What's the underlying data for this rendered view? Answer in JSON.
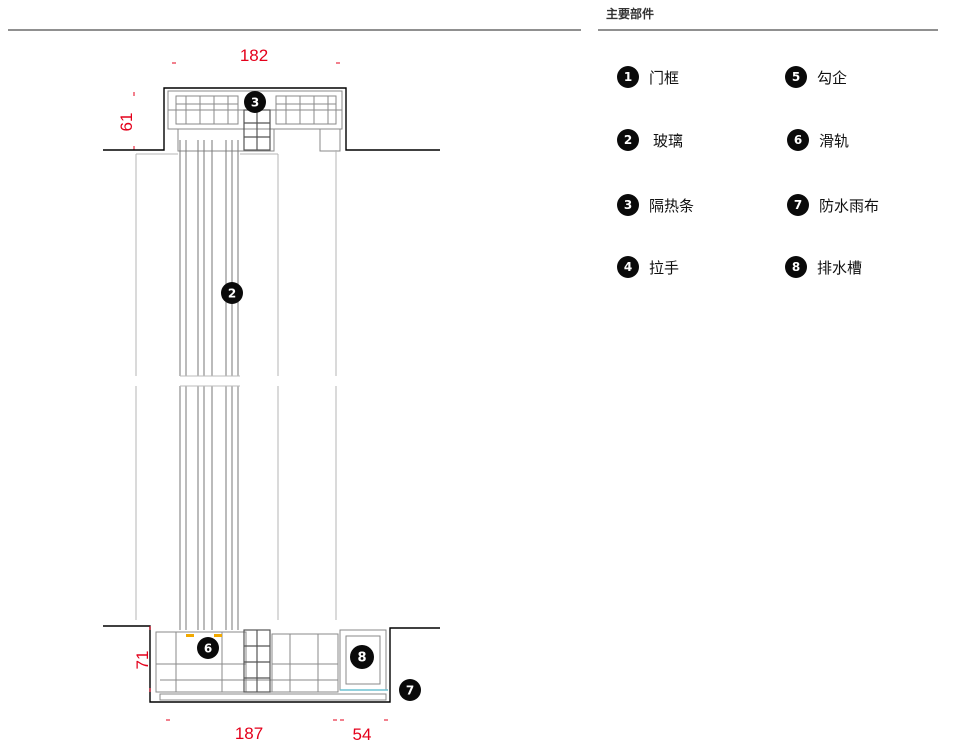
{
  "legend": {
    "title": "主要部件",
    "items": [
      {
        "num": "1",
        "label": "门框"
      },
      {
        "num": "2",
        "label": "玻璃"
      },
      {
        "num": "3",
        "label": "隔热条"
      },
      {
        "num": "4",
        "label": "拉手"
      },
      {
        "num": "5",
        "label": "勾企"
      },
      {
        "num": "6",
        "label": "滑轨"
      },
      {
        "num": "7",
        "label": "防水雨布"
      },
      {
        "num": "8",
        "label": "排水槽"
      }
    ]
  },
  "dimensions": {
    "top_width": "182",
    "top_height": "61",
    "bottom_height": "71",
    "bottom_width": "187",
    "bottom_right": "54"
  },
  "callouts": [
    "3",
    "2",
    "6",
    "8",
    "7"
  ],
  "colors": {
    "dimension": "#e4001b",
    "badge": "#0a0a0a",
    "profile": "#8a8a8a",
    "accent": "#f2a900"
  }
}
